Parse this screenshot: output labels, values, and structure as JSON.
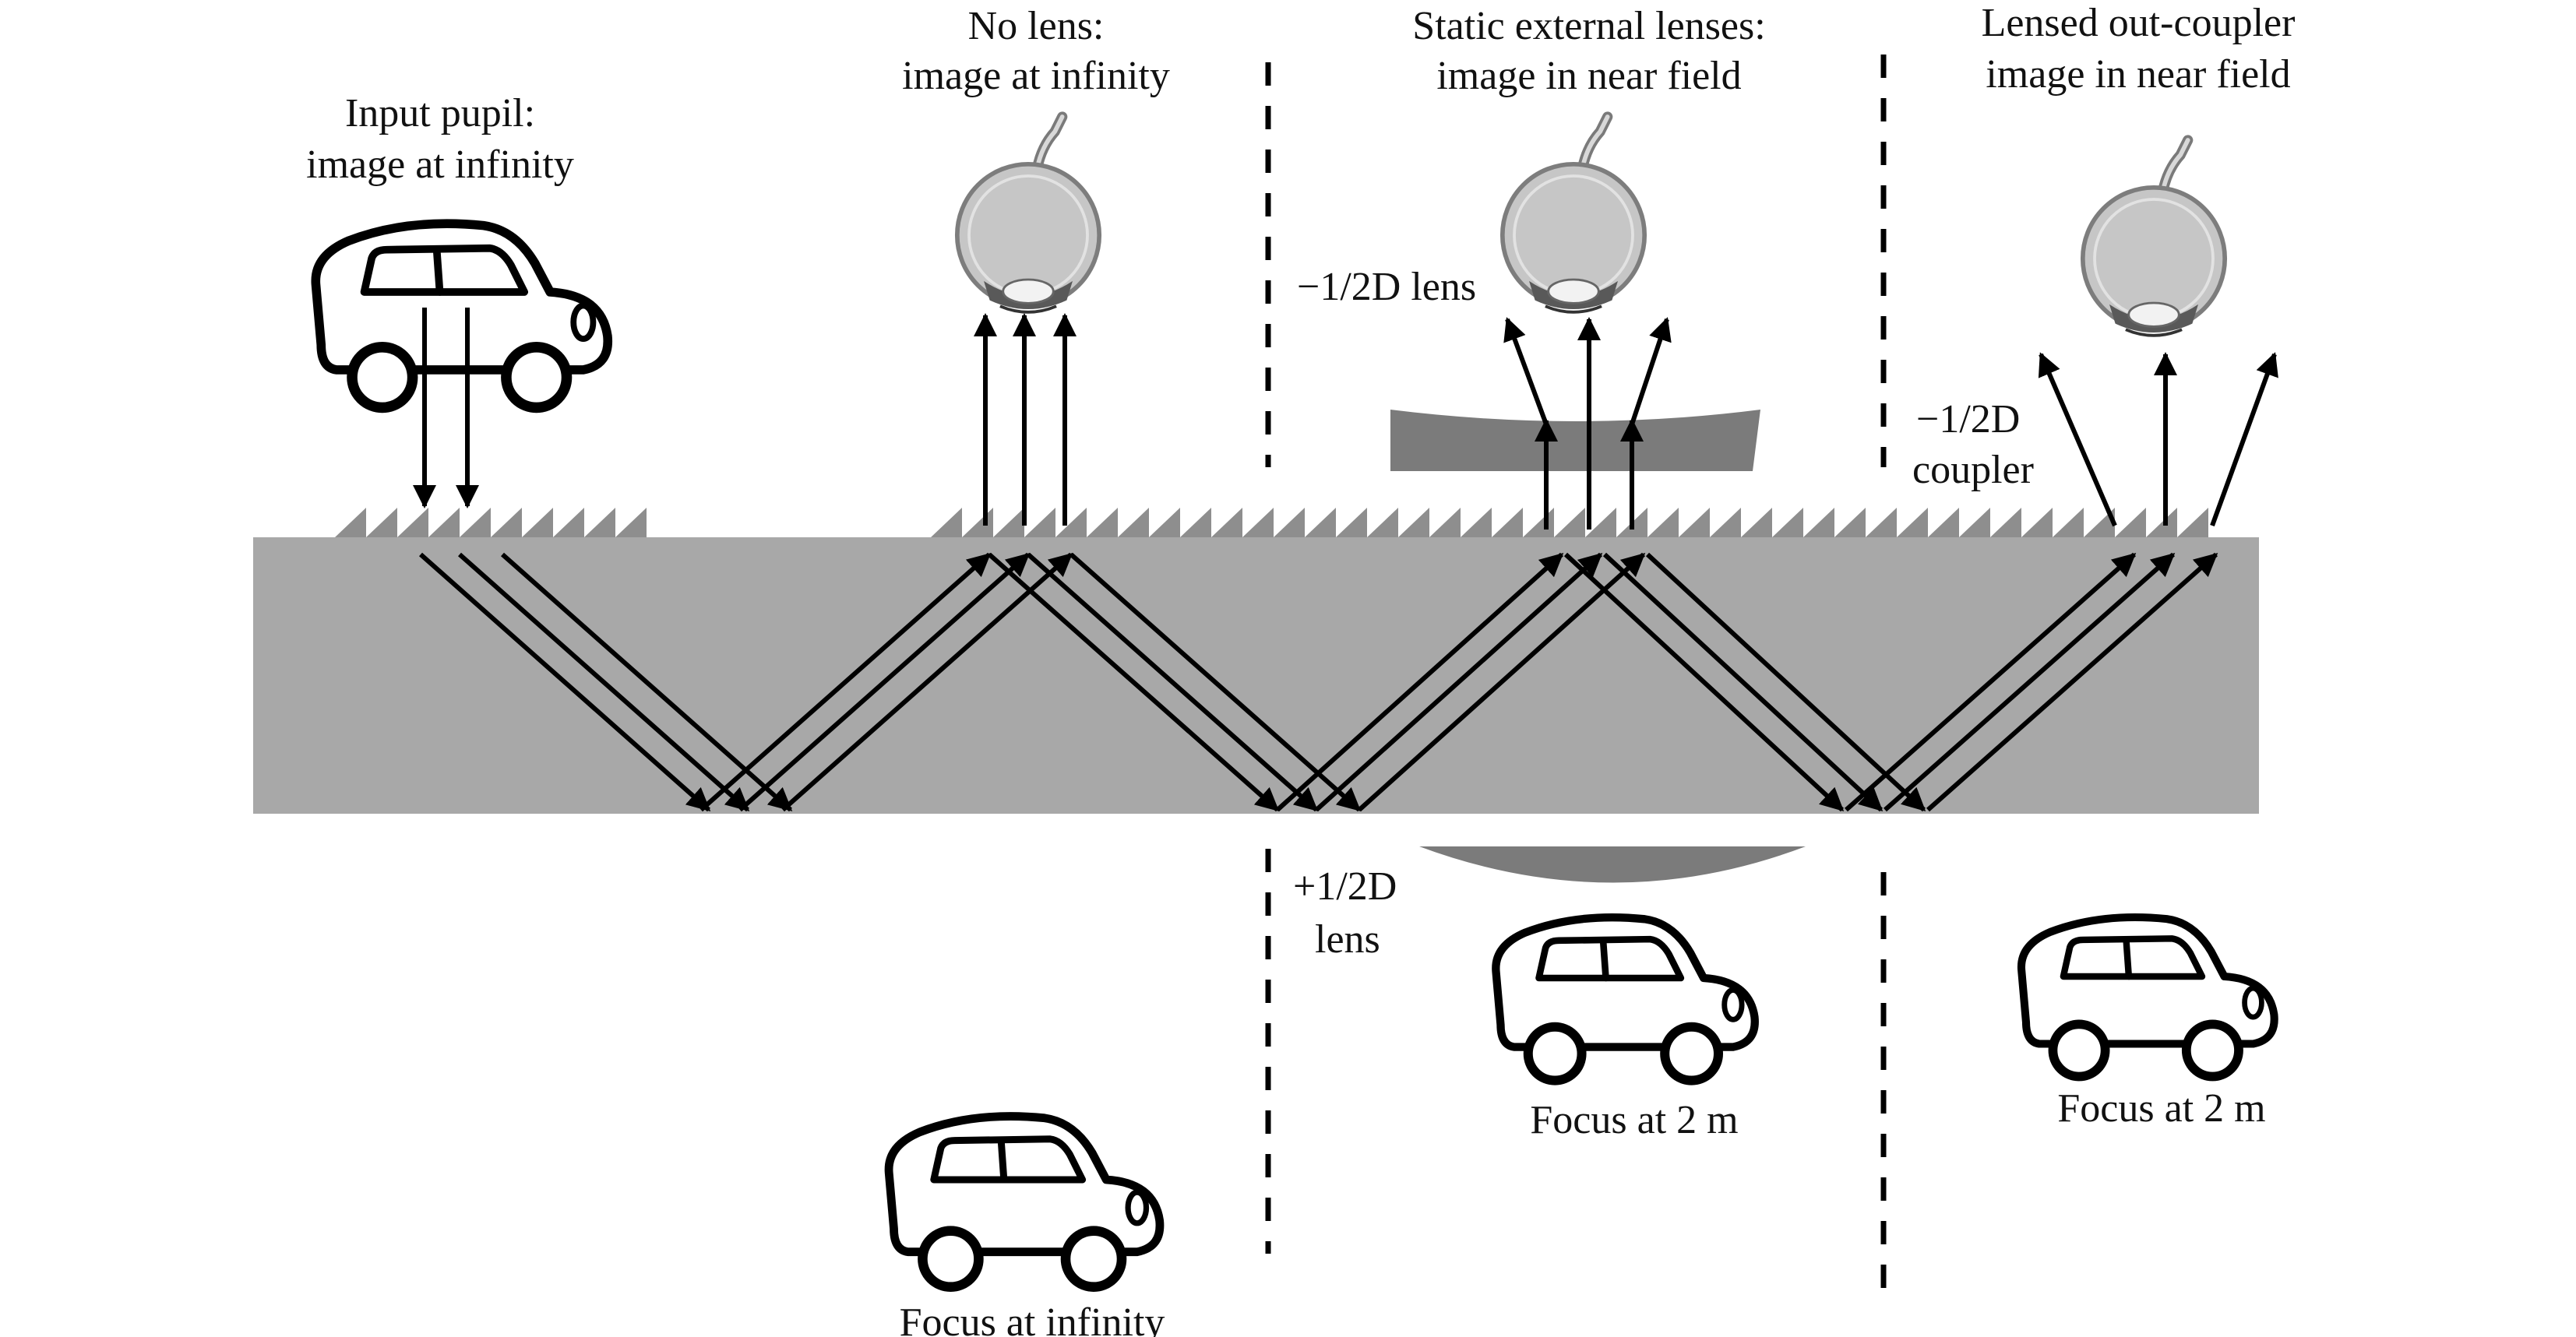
{
  "labels": {
    "input_title_1": "Input pupil:",
    "input_title_2": "image at infinity",
    "nolens_title_1": "No lens:",
    "nolens_title_2": "image at infinity",
    "static_title_1": "Static external lenses:",
    "static_title_2": "image in near field",
    "lensed_title_1": "Lensed out-coupler",
    "lensed_title_2": "image in near field",
    "minus_lens": "−1/2D lens",
    "minus_coupler_1": "−1/2D",
    "minus_coupler_2": "coupler",
    "plus_lens_1": "+1/2D",
    "plus_lens_2": "lens",
    "focus_infinity": "Focus at infinity",
    "focus_2m_static": "Focus at 2 m",
    "focus_2m_lensed": "Focus at 2 m"
  },
  "colors": {
    "waveguide": "#a8a8a8",
    "lens": "#7b7b7b",
    "grating": "#8e8e8e",
    "eye": "#c6c6c6"
  },
  "icons": [
    "car-icon",
    "eye-icon"
  ]
}
